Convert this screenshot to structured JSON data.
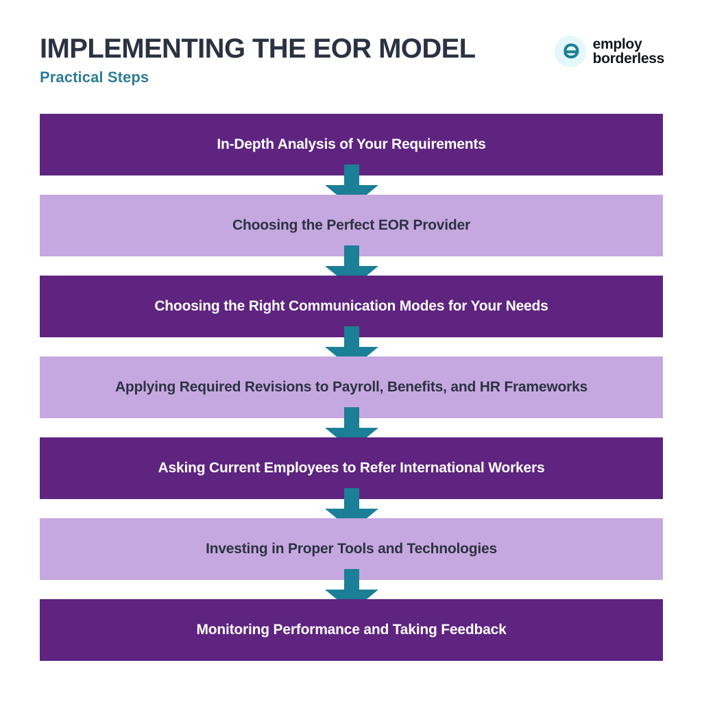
{
  "header": {
    "title": "IMPLEMENTING THE EOR MODEL",
    "subtitle": "Practical Steps",
    "title_color": "#2B3242",
    "subtitle_color": "#2E7D94"
  },
  "logo": {
    "mark_icon": "employ-borderless-e-icon",
    "mark_glyph_color": "#1B7F97",
    "mark_background": "#E4F7FA",
    "line1": "employ",
    "line2": "borderless",
    "text_color": "#14161C"
  },
  "flow": {
    "arrow_icon": "down-arrow-icon",
    "arrow_color": "#1B7F97",
    "dark_bar_color": "#5E2480",
    "light_bar_color": "#C6A8E0",
    "dark_text_color": "#FFFFFF",
    "light_text_color": "#2B3242",
    "steps": [
      {
        "label": "In-Depth Analysis of Your Requirements",
        "tone": "dark"
      },
      {
        "label": "Choosing the Perfect EOR Provider",
        "tone": "light"
      },
      {
        "label": "Choosing the Right Communication Modes for Your Needs",
        "tone": "dark"
      },
      {
        "label": "Applying Required Revisions to Payroll, Benefits, and HR Frameworks",
        "tone": "light"
      },
      {
        "label": "Asking Current Employees to Refer International Workers",
        "tone": "dark"
      },
      {
        "label": "Investing in Proper Tools and Technologies",
        "tone": "light"
      },
      {
        "label": "Monitoring Performance and Taking Feedback",
        "tone": "dark"
      }
    ]
  }
}
